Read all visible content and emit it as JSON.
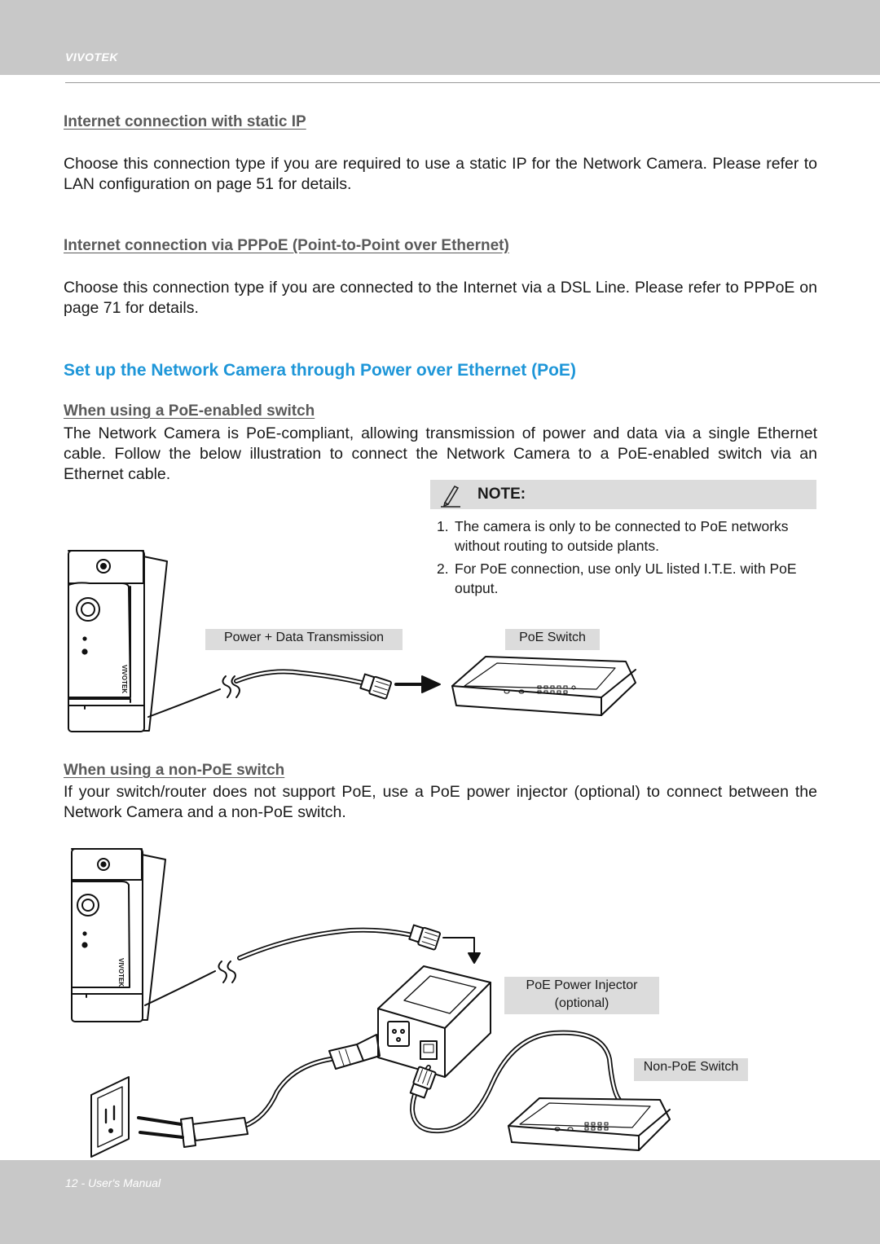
{
  "header": {
    "brand": "VIVOTEK"
  },
  "sections": {
    "static_ip": {
      "heading": "Internet connection with static IP",
      "body": "Choose this connection type if you are required to use a static IP for the Network Camera. Please refer to LAN configuration on page 51 for details."
    },
    "pppoe": {
      "heading": "Internet connection via PPPoE (Point-to-Point over Ethernet)",
      "body": "Choose this connection type if you are connected to the Internet via a DSL Line. Please refer to PPPoE on page 71 for details."
    },
    "poe": {
      "title": "Set up the Network Camera through Power over Ethernet (PoE)",
      "poe_switch": {
        "heading": "When using a PoE-enabled switch",
        "body": "The Network Camera is PoE-compliant, allowing transmission of power and data via a single Ethernet cable. Follow the below illustration to connect the Network Camera to a PoE-enabled switch via an Ethernet cable."
      },
      "non_poe_switch": {
        "heading": "When using a non-PoE switch",
        "body": "If your switch/router does not support PoE, use a PoE power injector (optional) to connect between the Network Camera and a non-PoE switch."
      }
    }
  },
  "note": {
    "title": "NOTE:",
    "items": [
      {
        "num": "1.",
        "text": "The camera is only to be connected to PoE networks without routing to outside plants."
      },
      {
        "num": "2.",
        "text": "For PoE connection, use only UL listed I.T.E. with PoE output."
      }
    ]
  },
  "diagram1": {
    "label_transmission": "Power + Data Transmission",
    "label_switch": "PoE Switch"
  },
  "diagram2": {
    "label_injector_line1": "PoE Power Injector",
    "label_injector_line2": "(optional)",
    "label_switch": "Non-PoE Switch"
  },
  "footer": {
    "page": "12 - User's Manual"
  }
}
